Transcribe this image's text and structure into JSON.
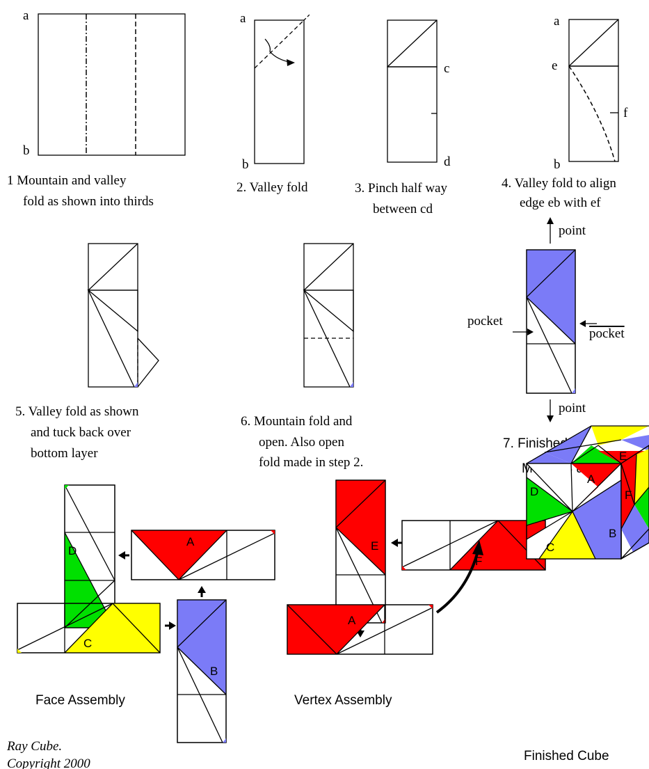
{
  "colors": {
    "blue": "#7b7bf7",
    "red": "#ff0000",
    "green": "#00e000",
    "yellow": "#ffff00",
    "outline": "#000000",
    "background": "#ffffff"
  },
  "points": {
    "a": "a",
    "b": "b",
    "c": "c",
    "d": "d",
    "e": "e",
    "f": "f"
  },
  "steps": [
    {
      "lines": [
        "1  Mountain and valley",
        "fold as shown into thirds"
      ]
    },
    {
      "lines": [
        "2. Valley fold"
      ]
    },
    {
      "lines": [
        "3. Pinch half way",
        "between cd"
      ]
    },
    {
      "lines": [
        "4. Valley fold to align",
        "edge eb with ef"
      ]
    },
    {
      "lines": [
        "5. Valley fold as shown",
        "and tuck back over",
        "bottom layer"
      ]
    },
    {
      "lines": [
        "6. Mountain fold and",
        "open. Also open",
        "fold made in step 2."
      ]
    },
    {
      "lines": [
        "7. Finished unit.",
        "Make 24 units"
      ]
    }
  ],
  "unit_labels": {
    "point_top": "point",
    "point_bottom": "point",
    "pocket_left": "pocket",
    "pocket_right": "pocket"
  },
  "assembly_letters": {
    "a": "A",
    "b": "B",
    "c": "C",
    "d": "D",
    "e": "E",
    "f": "F"
  },
  "cube_letters": {
    "a": "A",
    "c": "C",
    "d": "D",
    "e": "E",
    "b": "B",
    "f": "F"
  },
  "captions": {
    "face": "Face Assembly",
    "vertex": "Vertex Assembly",
    "cube": "Finished Cube"
  },
  "footer": {
    "title": "Ray Cube.",
    "copyright": "Copyright 2000"
  }
}
